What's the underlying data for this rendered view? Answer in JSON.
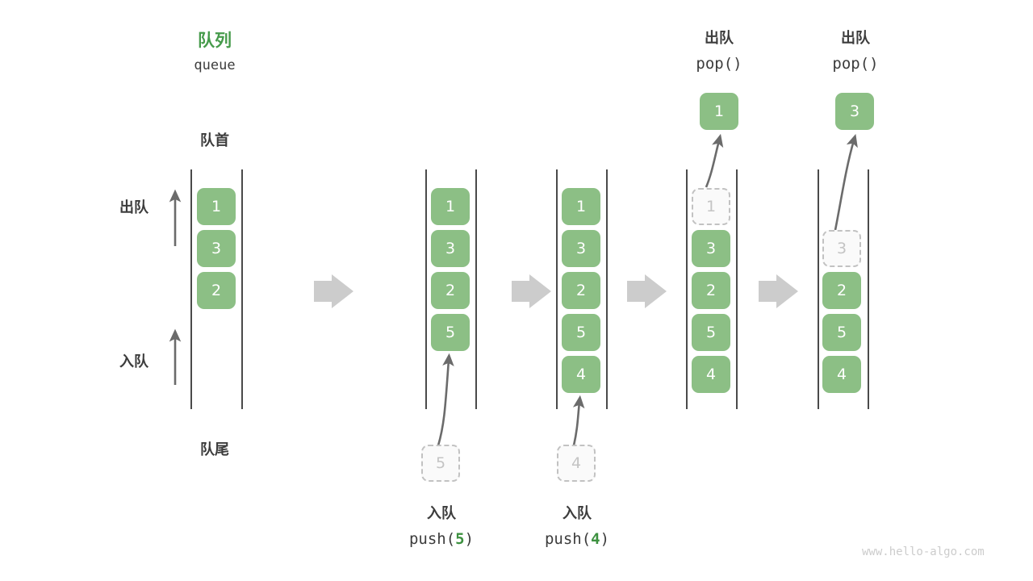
{
  "watermark": "www.hello-algo.com",
  "header": {
    "title_cn": "队列",
    "title_en": "queue"
  },
  "anchors": {
    "front": "队首",
    "rear": "队尾"
  },
  "side_labels": {
    "dequeue": "出队",
    "enqueue": "入队"
  },
  "colors": {
    "accent_green": "#469b4b",
    "cell_green": "#8cbf85",
    "cell_text": "#ffffff",
    "ghost_border": "#c2c2c2",
    "ghost_text": "#c4c4c4",
    "rail": "#4a4a4a",
    "arrow_gray": "#cccccc",
    "thin_arrow": "#6b6b6b",
    "text": "#3c3c3c",
    "watermark": "#cccccc"
  },
  "steps": [
    {
      "id": "initial",
      "op_cn": "",
      "op_code": "",
      "op_arg": "",
      "cells": [
        {
          "value": "1",
          "state": "filled",
          "slot": 0
        },
        {
          "value": "3",
          "state": "filled",
          "slot": 1
        },
        {
          "value": "2",
          "state": "filled",
          "slot": 2
        }
      ],
      "incoming": null,
      "outgoing": null
    },
    {
      "id": "push-5",
      "op_cn": "入队",
      "op_code_prefix": "push(",
      "op_arg": "5",
      "op_code_suffix": ")",
      "cells": [
        {
          "value": "1",
          "state": "filled",
          "slot": 0
        },
        {
          "value": "3",
          "state": "filled",
          "slot": 1
        },
        {
          "value": "2",
          "state": "filled",
          "slot": 2
        },
        {
          "value": "5",
          "state": "filled",
          "slot": 3
        }
      ],
      "incoming": {
        "value": "5",
        "state": "ghost"
      },
      "outgoing": null
    },
    {
      "id": "push-4",
      "op_cn": "入队",
      "op_code_prefix": "push(",
      "op_arg": "4",
      "op_code_suffix": ")",
      "cells": [
        {
          "value": "1",
          "state": "filled",
          "slot": 0
        },
        {
          "value": "3",
          "state": "filled",
          "slot": 1
        },
        {
          "value": "2",
          "state": "filled",
          "slot": 2
        },
        {
          "value": "5",
          "state": "filled",
          "slot": 3
        },
        {
          "value": "4",
          "state": "filled",
          "slot": 4
        }
      ],
      "incoming": {
        "value": "4",
        "state": "ghost"
      },
      "outgoing": null
    },
    {
      "id": "pop-1",
      "op_cn": "出队",
      "op_code_prefix": "pop(",
      "op_arg": "",
      "op_code_suffix": ")",
      "cells": [
        {
          "value": "1",
          "state": "ghost",
          "slot": 0
        },
        {
          "value": "3",
          "state": "filled",
          "slot": 1
        },
        {
          "value": "2",
          "state": "filled",
          "slot": 2
        },
        {
          "value": "5",
          "state": "filled",
          "slot": 3
        },
        {
          "value": "4",
          "state": "filled",
          "slot": 4
        }
      ],
      "incoming": null,
      "outgoing": {
        "value": "1",
        "state": "filled"
      }
    },
    {
      "id": "pop-3",
      "op_cn": "出队",
      "op_code_prefix": "pop(",
      "op_arg": "",
      "op_code_suffix": ")",
      "cells": [
        {
          "value": "3",
          "state": "ghost",
          "slot": 1
        },
        {
          "value": "2",
          "state": "filled",
          "slot": 2
        },
        {
          "value": "5",
          "state": "filled",
          "slot": 3
        },
        {
          "value": "4",
          "state": "filled",
          "slot": 4
        }
      ],
      "incoming": null,
      "outgoing": {
        "value": "3",
        "state": "filled"
      }
    }
  ]
}
